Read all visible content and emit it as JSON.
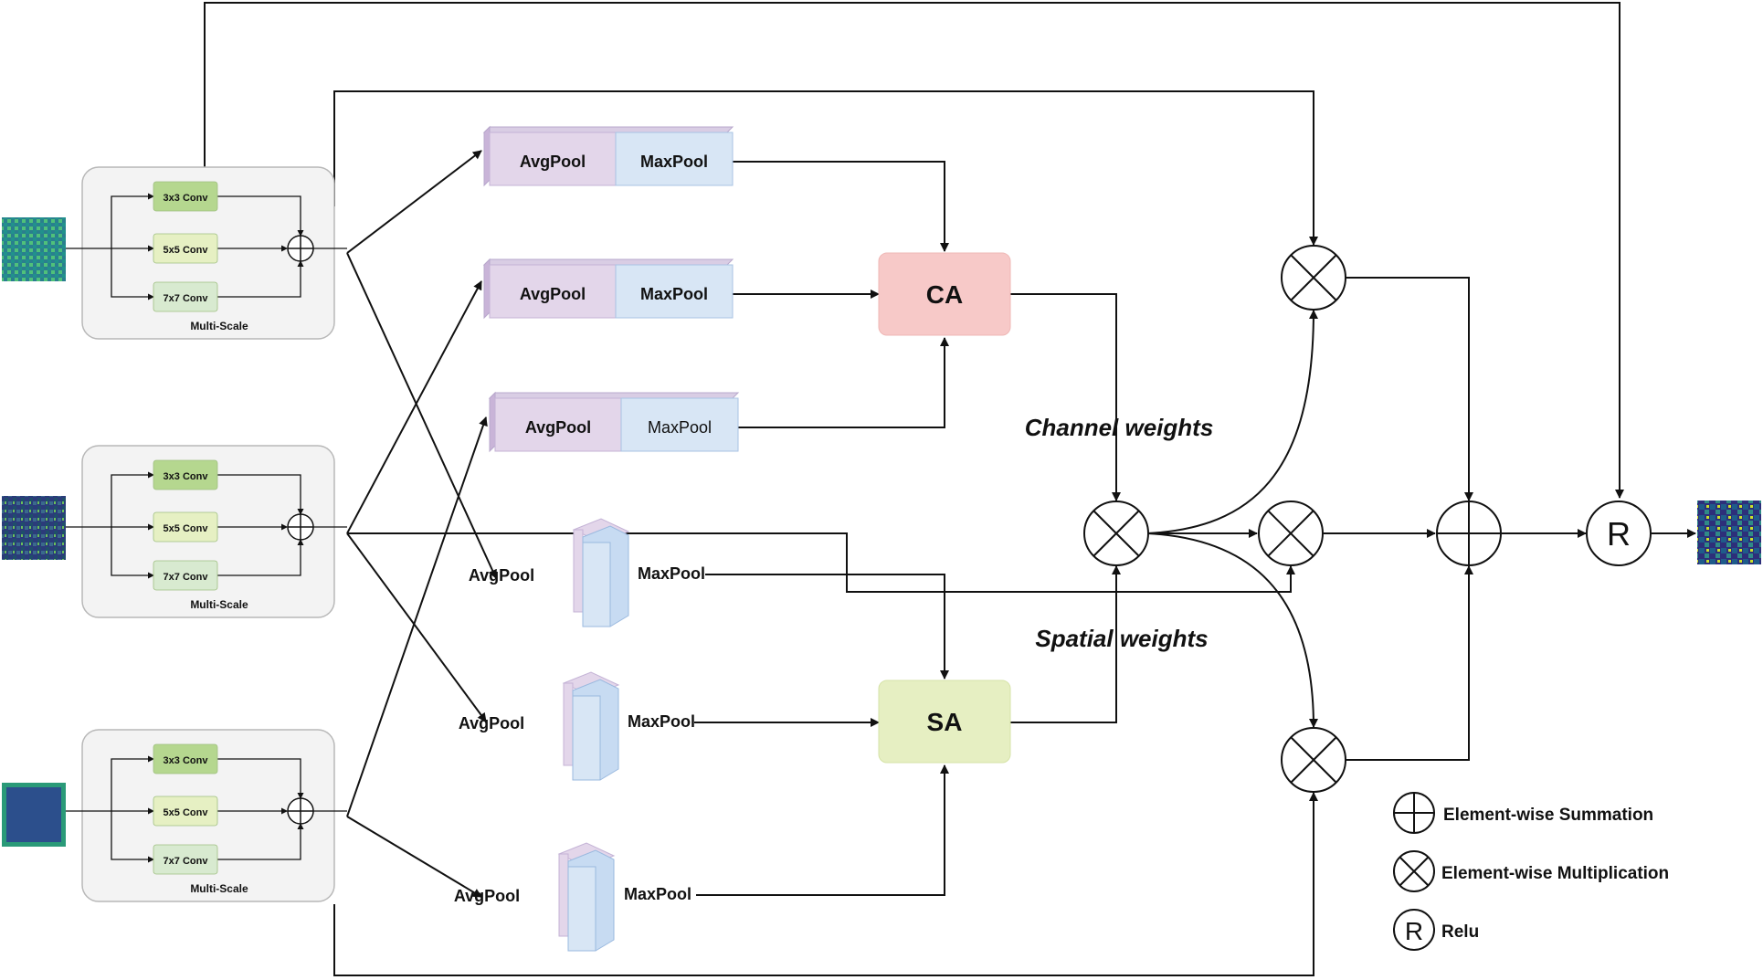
{
  "multiscale_blocks": [
    {
      "id": "top",
      "label": "Multi-Scale",
      "convs": [
        "3x3 Conv",
        "5x5 Conv",
        "7x7 Conv"
      ]
    },
    {
      "id": "middle",
      "label": "Multi-Scale",
      "convs": [
        "3x3 Conv",
        "5x5 Conv",
        "7x7 Conv"
      ]
    },
    {
      "id": "bottom",
      "label": "Multi-Scale",
      "convs": [
        "3x3 Conv",
        "5x5 Conv",
        "7x7 Conv"
      ]
    }
  ],
  "channel_pools": [
    {
      "avg": "AvgPool",
      "max": "MaxPool"
    },
    {
      "avg": "AvgPool",
      "max": "MaxPool"
    },
    {
      "avg": "AvgPool",
      "max": "MaxPool"
    }
  ],
  "spatial_pools": [
    {
      "avg": "AvgPool",
      "max": "MaxPool"
    },
    {
      "avg": "AvgPool",
      "max": "MaxPool"
    },
    {
      "avg": "AvgPool",
      "max": "MaxPool"
    }
  ],
  "ca": {
    "label": "CA"
  },
  "sa": {
    "label": "SA"
  },
  "annotations": {
    "channel_weights": "Channel weights",
    "spatial_weights": "Spatial weights"
  },
  "relu_node": {
    "label": "R"
  },
  "legend": [
    {
      "symbol": "sum",
      "label": "Element-wise Summation"
    },
    {
      "symbol": "mul",
      "label": "Element-wise Multiplication"
    },
    {
      "symbol": "relu",
      "label": "Relu",
      "glyph": "R"
    }
  ],
  "colors": {
    "conv3": "#b5d78f",
    "conv5": "#e6f0c3",
    "conv7": "#d8ead0",
    "avgpool": "#e3d6ea",
    "maxpool": "#d8e6f5",
    "ca": "#f7c9c8",
    "sa": "#e6efc2",
    "block_bg": "#f3f3f3",
    "line": "#111111"
  }
}
